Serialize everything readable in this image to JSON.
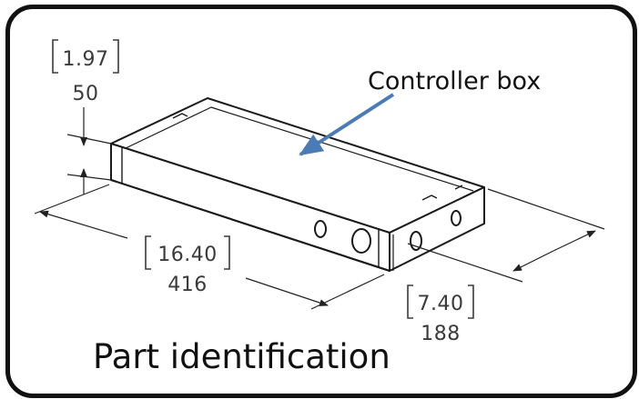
{
  "caption": "Part identification",
  "callout": {
    "label": "Controller box",
    "arrow_color": "#4a7bb7"
  },
  "dimensions": {
    "height": {
      "inches": "1.97",
      "mm": "50"
    },
    "length": {
      "inches": "16.40",
      "mm": "416"
    },
    "width": {
      "inches": "7.40",
      "mm": "188"
    }
  }
}
